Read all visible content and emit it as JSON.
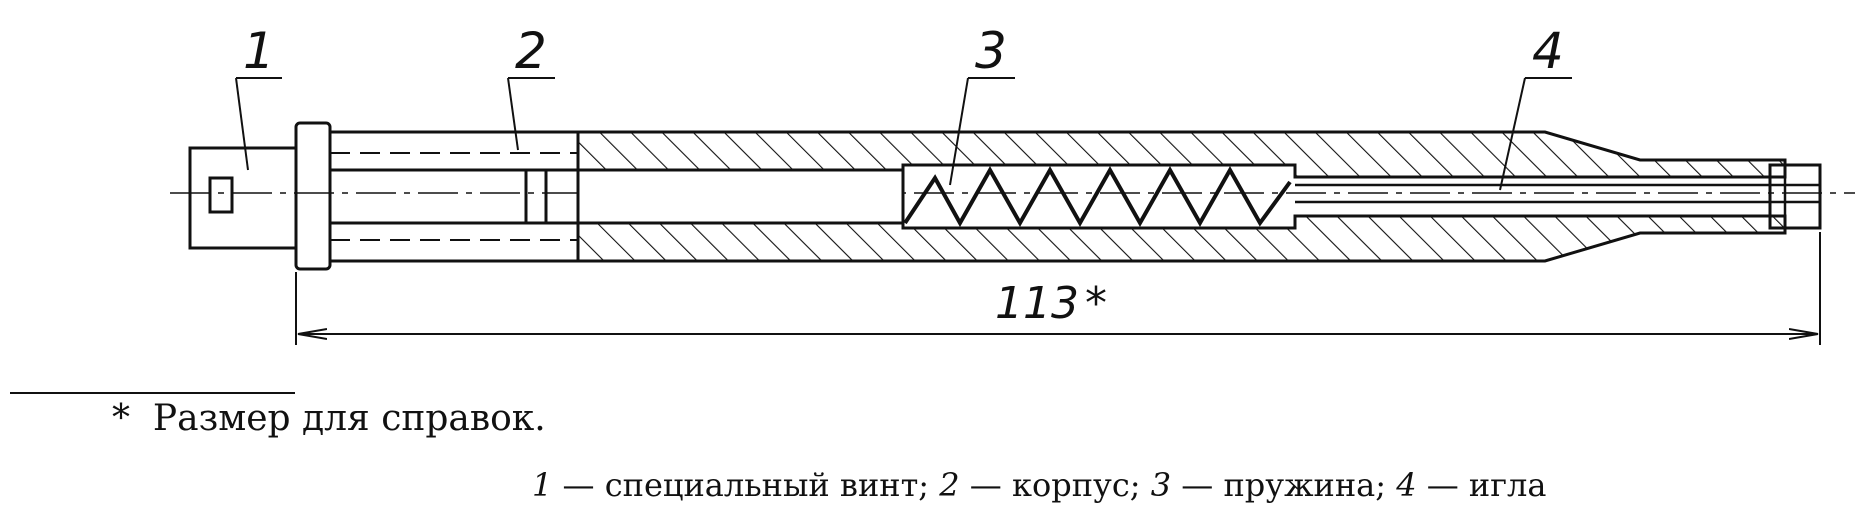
{
  "callouts": [
    "1",
    "2",
    "3",
    "4"
  ],
  "dimension": {
    "value": "113",
    "mark": "*"
  },
  "footnote": {
    "asterisk": "*",
    "text": "Размер для справок."
  },
  "legend": [
    {
      "num": "1",
      "text": " — специальный винт; "
    },
    {
      "num": "2",
      "text": " — корпус; "
    },
    {
      "num": "3",
      "text": " — пружина; "
    },
    {
      "num": "4",
      "text": " — игла"
    }
  ]
}
